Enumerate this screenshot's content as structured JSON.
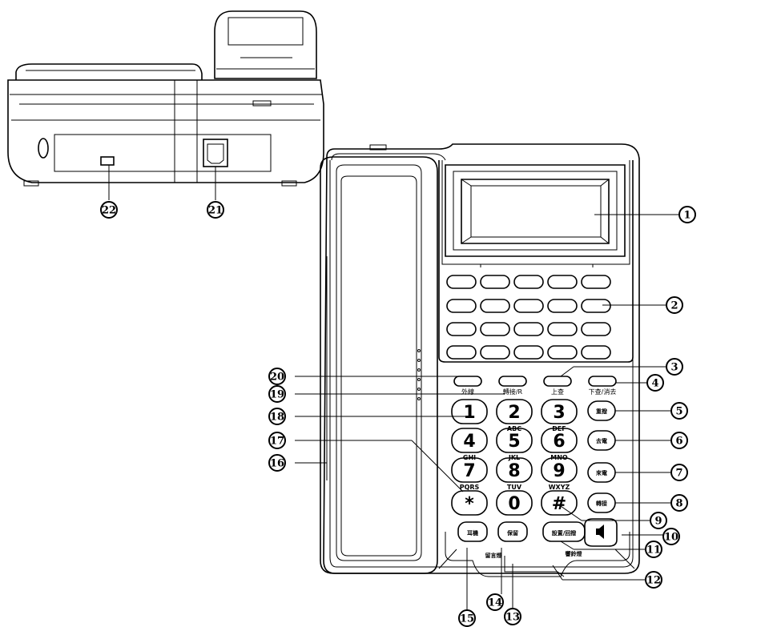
{
  "keypad": {
    "digits": [
      "1",
      "2",
      "3",
      "4",
      "5",
      "6",
      "7",
      "8",
      "9",
      "*",
      "0",
      "#"
    ],
    "subs": [
      "",
      "ABC",
      "DEF",
      "GHI",
      "JKL",
      "MNO",
      "PQRS",
      "TUV",
      "WXYZ"
    ]
  },
  "function_labels": {
    "line": "外線",
    "transfer": "轉接/R",
    "up": "上查",
    "down": "下查/消去"
  },
  "right_keys": [
    "重撥",
    "去電",
    "來電",
    "轉接"
  ],
  "bottom_keys": [
    "耳機",
    "保留",
    "設置/回撥"
  ],
  "bottom_labels": {
    "left": "留言燈",
    "right": "響鈴燈"
  },
  "callouts": [
    "1",
    "2",
    "3",
    "4",
    "5",
    "6",
    "7",
    "8",
    "9",
    "10",
    "11",
    "12",
    "13",
    "14",
    "15",
    "16",
    "17",
    "18",
    "19",
    "20",
    "21",
    "22"
  ]
}
